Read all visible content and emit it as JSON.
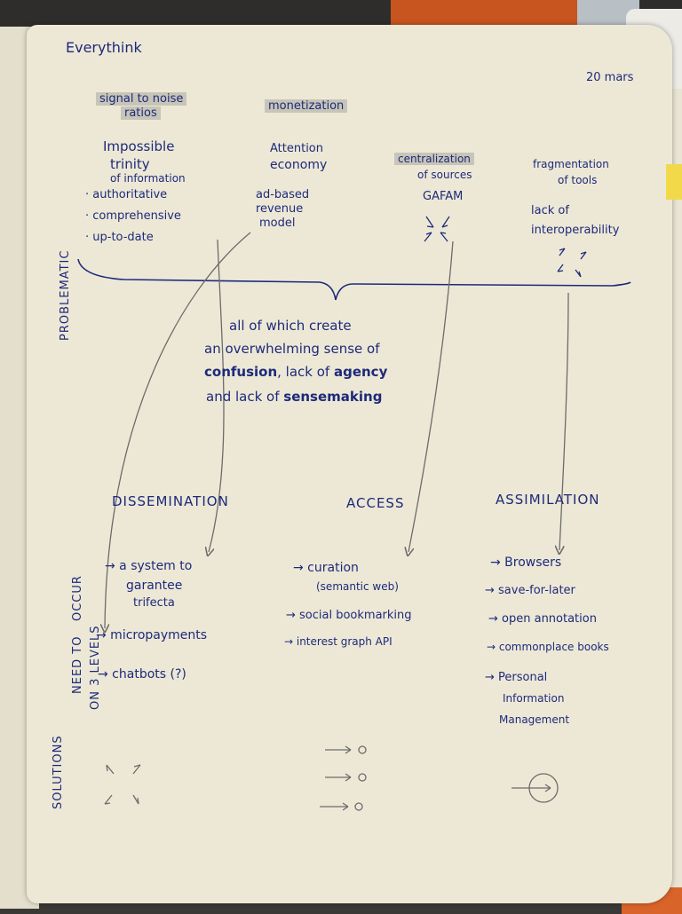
{
  "title": "Everythink",
  "date": "20 mars",
  "side_labels": {
    "problematic": "PROBLEMATIC",
    "solutions": [
      "SOLUTIONS",
      "NEED TO",
      "OCCUR",
      "ON 3 LEVELS"
    ]
  },
  "headings": {
    "signal": [
      "signal to noise",
      "ratios"
    ],
    "monetization": "monetization"
  },
  "columns": {
    "col1": {
      "lines": [
        "Impossible",
        "trinity",
        "of information"
      ],
      "bullets": [
        "· authoritative",
        "· comprehensive",
        "· up-to-date"
      ]
    },
    "col2": {
      "title": [
        "Attention",
        "economy"
      ],
      "lines": [
        "ad-based",
        "revenue",
        "model"
      ]
    },
    "col3": {
      "title": [
        "centralization",
        "of sources"
      ],
      "lines": [
        "GAFAM"
      ]
    },
    "col4": {
      "title": [
        "fragmentation",
        "of tools"
      ],
      "lines": [
        "lack of",
        "interoperability"
      ]
    }
  },
  "summary": {
    "line1": "all of which create",
    "line2": "an overwhelming sense of",
    "line3_a": "confusion",
    "line3_b": ", lack of ",
    "line3_c": "agency",
    "line4_a": "and lack of ",
    "line4_b": "sensemaking"
  },
  "levels": {
    "dissemination": {
      "title": "DISSEMINATION",
      "items": [
        "→ a system to",
        "garantee",
        "trifecta",
        "→ micropayments",
        "→ chatbots (?)"
      ]
    },
    "access": {
      "title": "ACCESS",
      "items": [
        "→ curation",
        "(semantic web)",
        "→ social bookmarking",
        "→ interest graph API"
      ]
    },
    "assimilation": {
      "title": "ASSIMILATION",
      "items": [
        "→ Browsers",
        "→ save-for-later",
        "→ open annotation",
        "→ commonplace books",
        "→ Personal",
        "Information",
        "Management"
      ]
    }
  },
  "colors": {
    "ink": "#1d2a7a",
    "pencil": "#5a5a5a",
    "paper": "#ede8d6"
  }
}
